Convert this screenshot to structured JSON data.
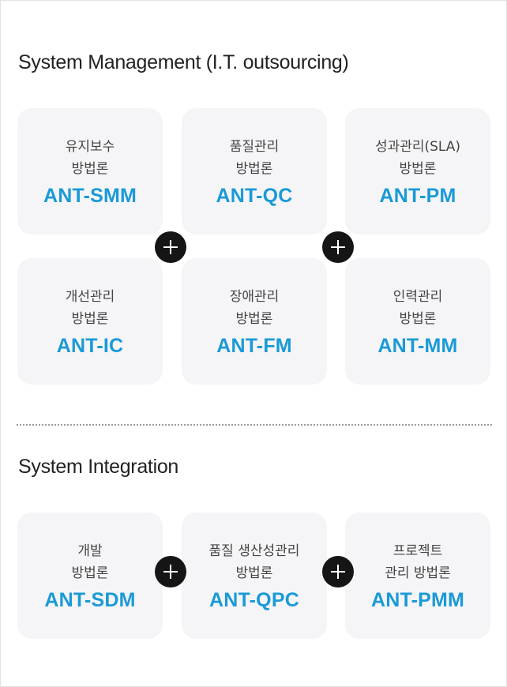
{
  "sections": [
    {
      "title": "System Management (I.T. outsourcing)",
      "cards": [
        {
          "line1": "유지보수",
          "line2": "방법론",
          "code": "ANT-SMM"
        },
        {
          "line1": "품질관리",
          "line2": "방법론",
          "code": "ANT-QC"
        },
        {
          "line1": "성과관리(SLA)",
          "line2": "방법론",
          "code": "ANT-PM"
        },
        {
          "line1": "개선관리",
          "line2": "방법론",
          "code": "ANT-IC"
        },
        {
          "line1": "장애관리",
          "line2": "방법론",
          "code": "ANT-FM"
        },
        {
          "line1": "인력관리",
          "line2": "방법론",
          "code": "ANT-MM"
        }
      ]
    },
    {
      "title": "System Integration",
      "cards": [
        {
          "line1": "개발",
          "line2": "방법론",
          "code": "ANT-SDM"
        },
        {
          "line1": "품질 생산성관리",
          "line2": "방법론",
          "code": "ANT-QPC"
        },
        {
          "line1": "프로젝트",
          "line2": "관리 방법론",
          "code": "ANT-PMM"
        }
      ]
    }
  ],
  "colors": {
    "accent": "#1a9ad6",
    "card_bg": "#f5f5f7",
    "plus_bg": "#151515",
    "text": "#444444"
  },
  "icons": {
    "connector": "plus-icon"
  }
}
